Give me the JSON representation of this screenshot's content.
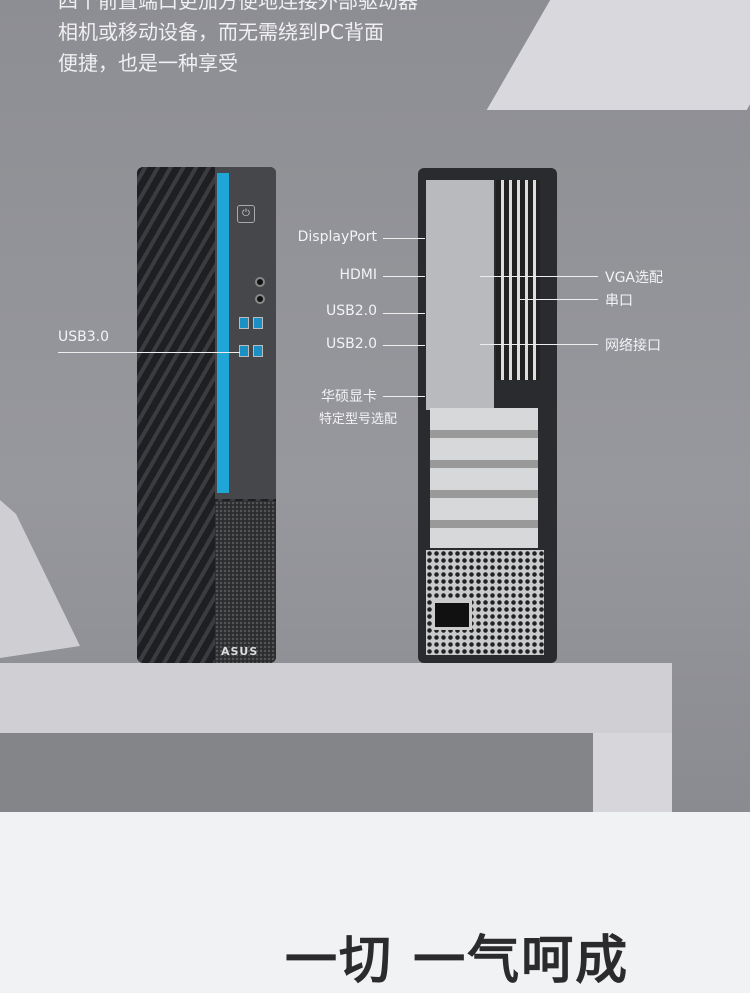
{
  "intro": {
    "lines": [
      "四个前置端口更加方便地连接外部驱动器",
      "相机或移动设备，而无需绕到PC背面",
      "便捷，也是一种享受"
    ]
  },
  "front": {
    "brand_logo": "ASUS",
    "usb30_label": "USB3.0",
    "accent_color": "#1fa6d6"
  },
  "rear": {
    "left_labels": [
      "DisplayPort",
      "HDMI",
      "USB2.0",
      "USB2.0"
    ],
    "gpu_label": [
      "华硕显卡",
      "特定型号选配"
    ],
    "right_labels": [
      "VGA选配",
      "串口",
      "网络接口"
    ]
  },
  "tagline": "一切 一气呵成"
}
